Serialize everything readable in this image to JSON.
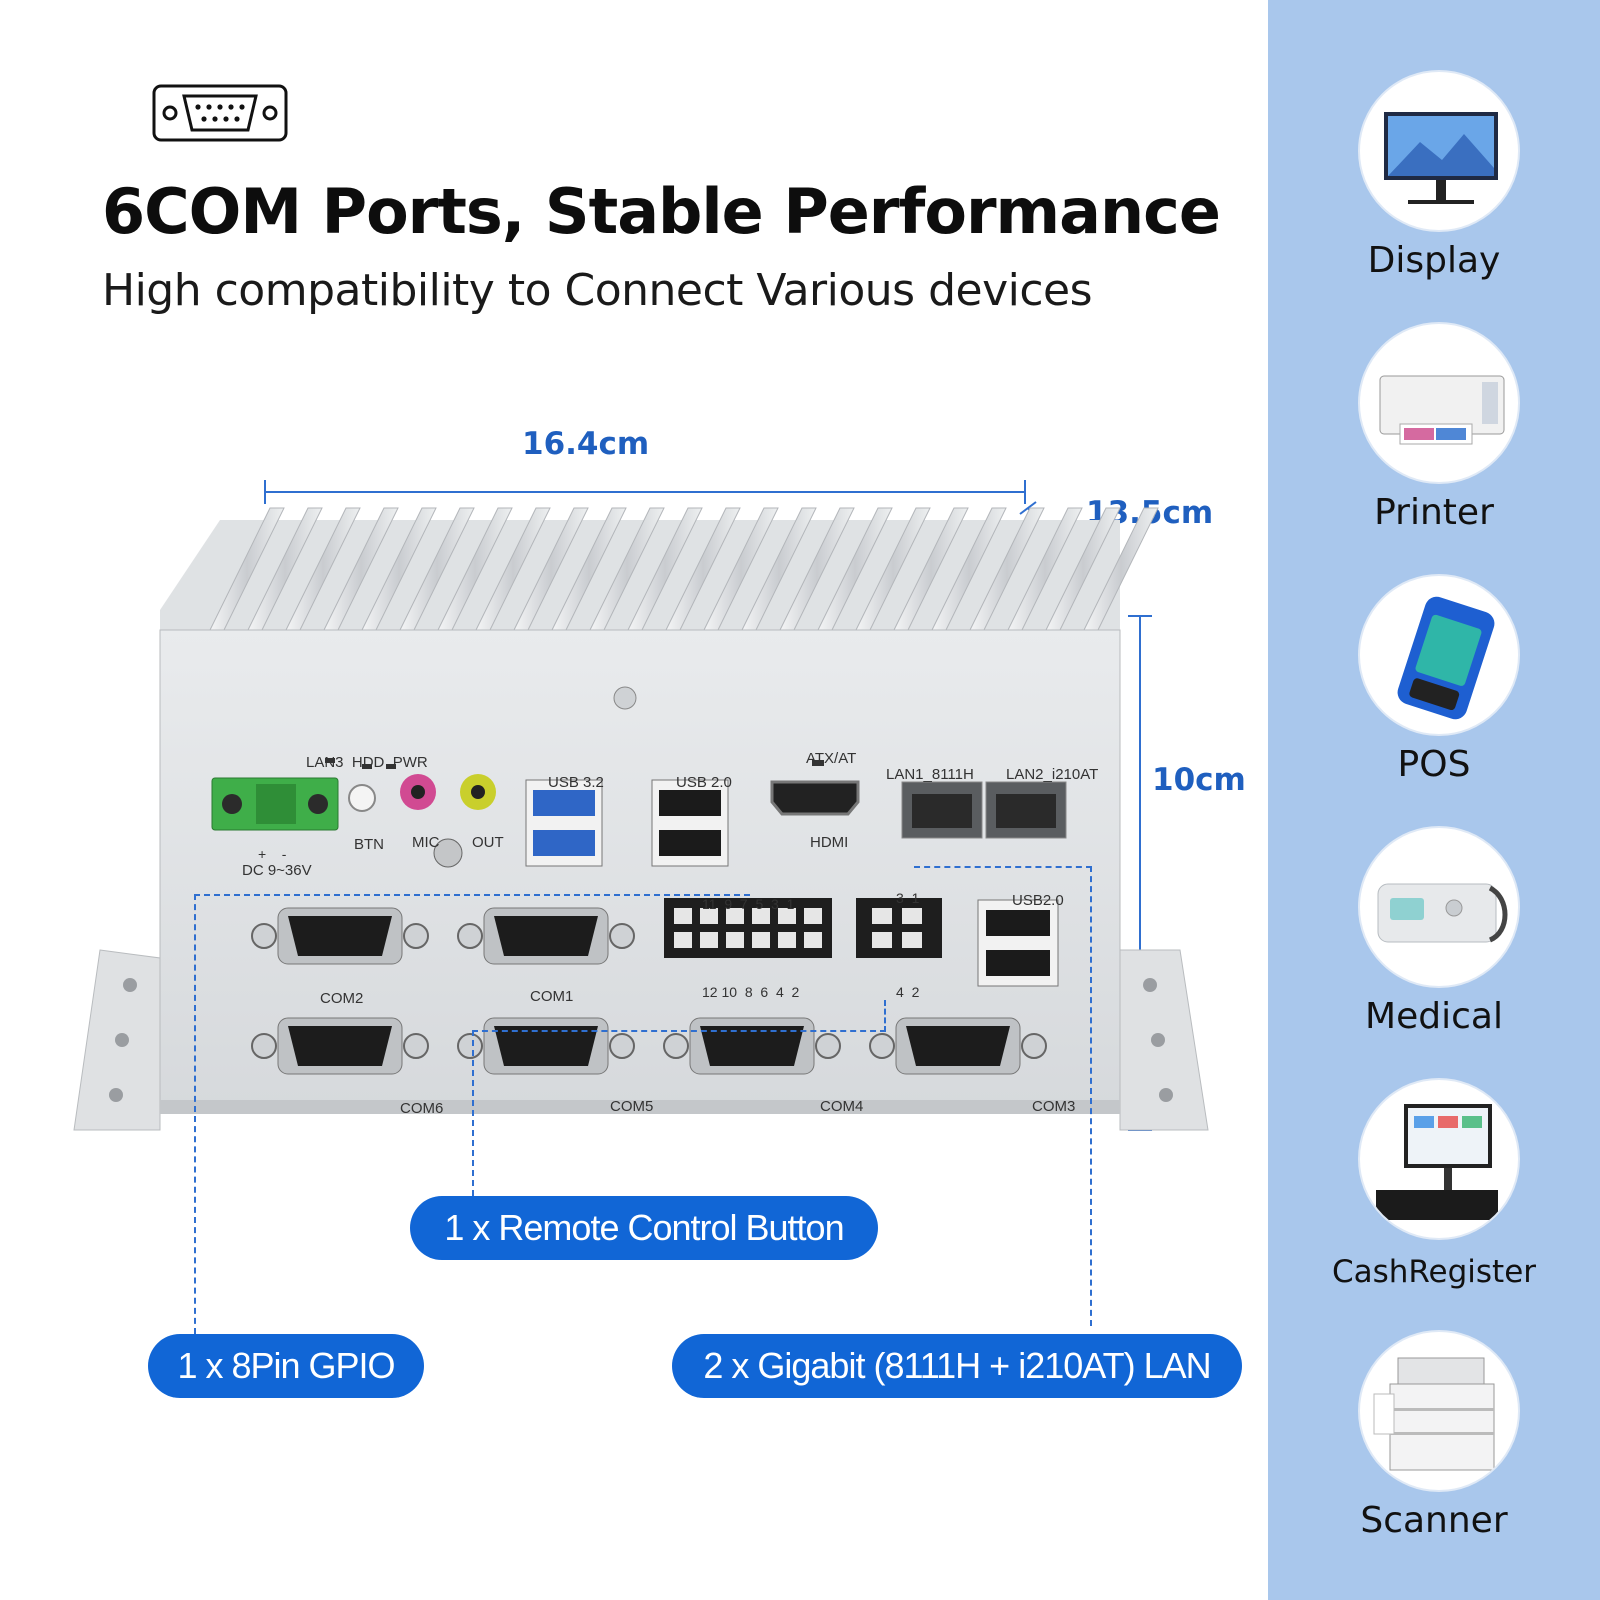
{
  "header": {
    "title": "6COM Ports, Stable Performance",
    "subtitle": "High compatibility to Connect Various devices"
  },
  "dimensions": {
    "width": "16.4cm",
    "depth": "13.5cm",
    "height": "10cm"
  },
  "panel_labels": {
    "led_labels": "LAN3  HDD  PWR",
    "power_sign": "+    -",
    "dc_input": "DC 9~36V",
    "btn": "BTN",
    "mic": "MIC",
    "out": "OUT",
    "usb32": "USB 3.2",
    "usb20_top": "USB 2.0",
    "atx": "ATX/AT",
    "hdmi": "HDMI",
    "lan1": "LAN1_8111H",
    "lan2": "LAN2_i210AT",
    "gpio_top_pins": "11  9  7  5  3  1",
    "gpio_bottom_pins": "12 10  8  6  4  2",
    "remote_top_pins": "3  1",
    "remote_bottom_pins": "4  2",
    "usb20_bottom": "USB2.0",
    "com1": "COM1",
    "com2": "COM2",
    "com3": "COM3",
    "com4": "COM4",
    "com5": "COM5",
    "com6": "COM6"
  },
  "callouts": {
    "remote": "1 x Remote Control Button",
    "gpio": "1 x 8Pin GPIO",
    "lan": "2 x Gigabit (8111H + i210AT) LAN"
  },
  "devices": [
    {
      "label": "Display",
      "icon": "display-icon"
    },
    {
      "label": "Printer",
      "icon": "printer-icon"
    },
    {
      "label": "POS",
      "icon": "pos-icon"
    },
    {
      "label": "Medical",
      "icon": "medical-icon"
    },
    {
      "label": "CashRegister",
      "icon": "cash-register-icon"
    },
    {
      "label": "Scanner",
      "icon": "scanner-icon"
    }
  ],
  "colors": {
    "accent_blue": "#1166d6",
    "sidebar": "#a9c7ec",
    "dimension_text": "#1f5fbf",
    "chassis": "#d8dadd"
  }
}
